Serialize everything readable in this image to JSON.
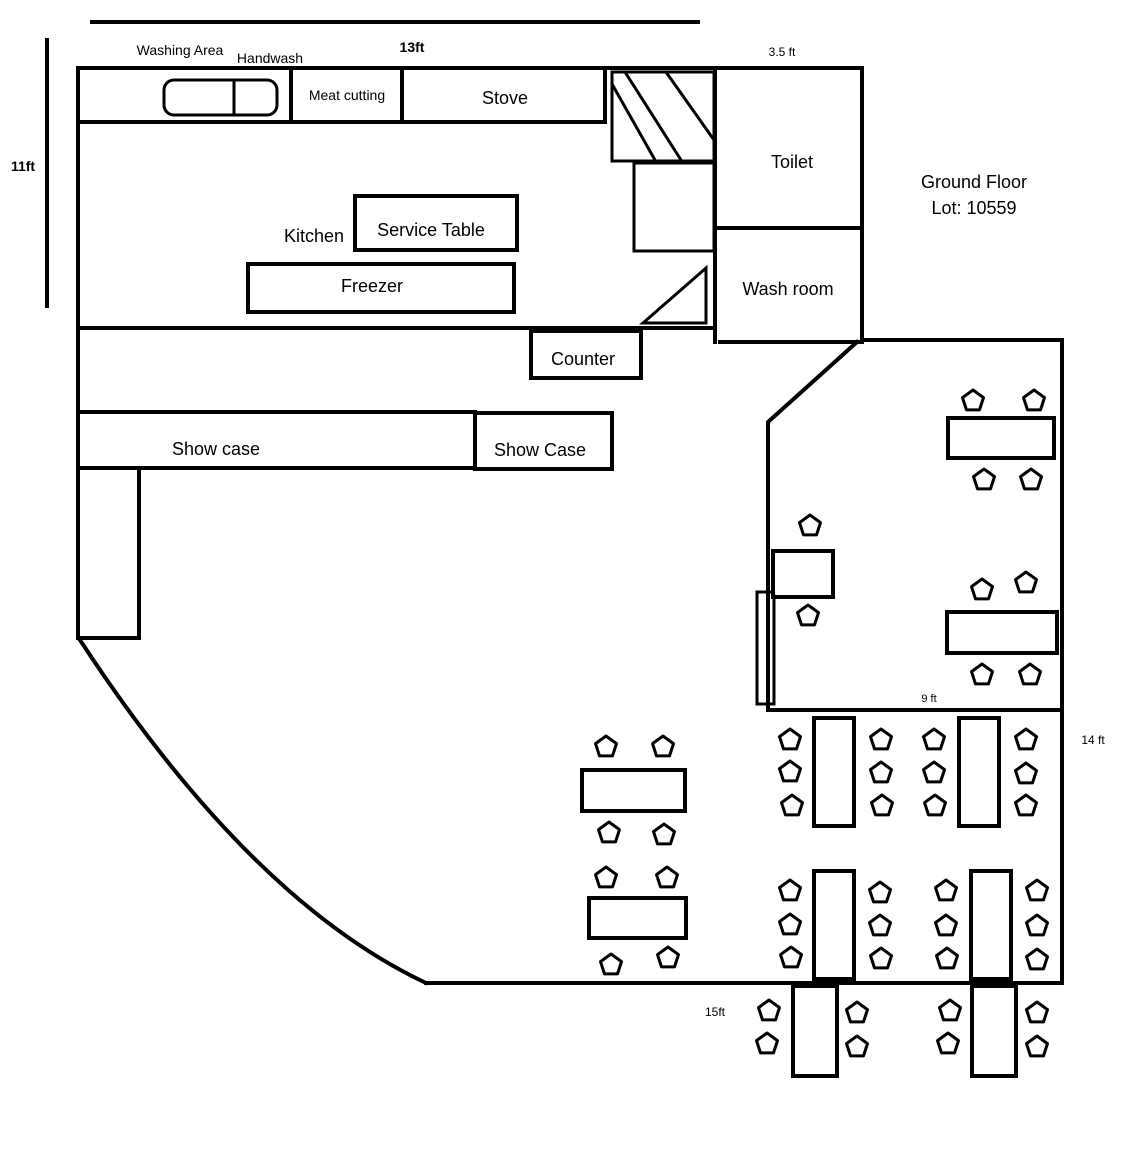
{
  "plan": {
    "title": "Ground Floor",
    "lot": "Lot: 10559",
    "rooms": {
      "kitchen": "Kitchen",
      "toilet": "Toilet",
      "wash_room": "Wash room"
    },
    "fixtures": {
      "washing_area": "Washing Area",
      "handwash": "Handwash",
      "meat_cutting": "Meat cutting",
      "stove": "Stove",
      "service_table": "Service Table",
      "freezer": "Freezer",
      "counter": "Counter",
      "show_case_1": "Show case",
      "show_case_2": "Show Case"
    },
    "dimensions": {
      "width_top": "13ft",
      "height_left": "11ft",
      "toilet_width": "3.5 ft",
      "dining_width": "9 ft",
      "right_side": "14 ft",
      "bottom": "15ft"
    }
  }
}
